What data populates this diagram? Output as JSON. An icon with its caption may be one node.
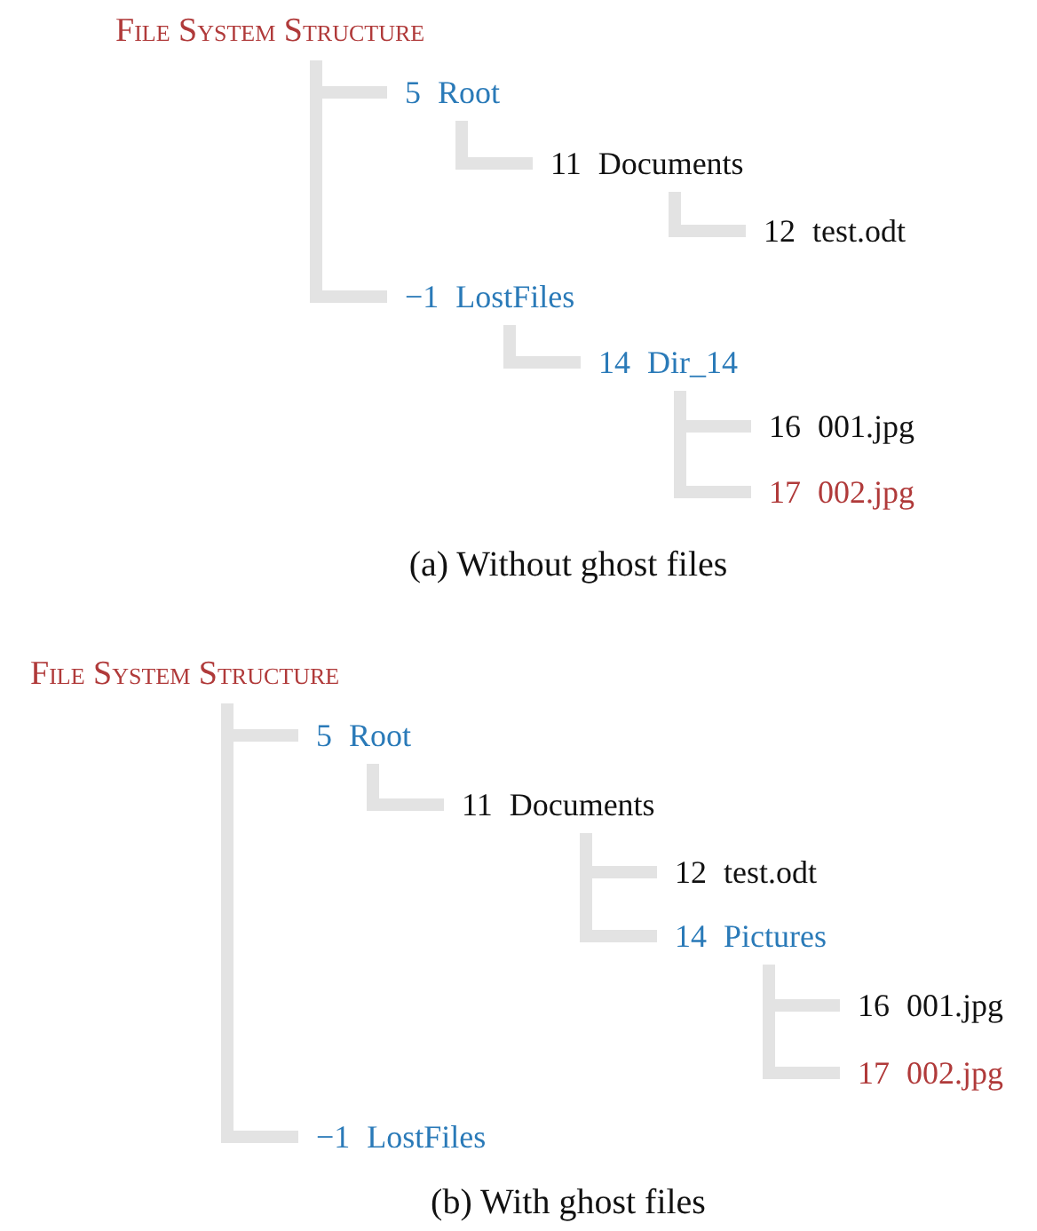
{
  "diagram": {
    "nodes": [
      {
        "text": [
          "File System Structure"
        ]
      },
      {
        "text": [
          "5 Root"
        ]
      },
      {
        "text": [
          "11 Documents"
        ]
      },
      {
        "text": [
          "12 test.odt"
        ]
      },
      {
        "text": [
          "−1 LostFiles"
        ]
      },
      {
        "text": [
          "14 Dir_14"
        ]
      },
      {
        "text": [
          "16 001.jpg"
        ]
      },
      {
        "text": [
          "17 002.jpg"
        ]
      },
      {
        "text": [
          "File System Structure"
        ]
      },
      {
        "text": [
          "5 Root"
        ]
      },
      {
        "text": [
          "11 Documents"
        ]
      },
      {
        "text": [
          "12 test.odt"
        ]
      },
      {
        "text": [
          "14 Pictures"
        ]
      },
      {
        "text": [
          "16 001.jpg"
        ]
      },
      {
        "text": [
          "17 002.jpg"
        ]
      },
      {
        "text": [
          "−1 LostFiles"
        ]
      }
    ],
    "edges": [
      {
        "from": 0,
        "to": 1,
        "arrow": "none"
      },
      {
        "from": 1,
        "to": 2,
        "arrow": "none"
      },
      {
        "from": 2,
        "to": 3,
        "arrow": "none"
      },
      {
        "from": 0,
        "to": 4,
        "arrow": "none"
      },
      {
        "from": 4,
        "to": 5,
        "arrow": "none"
      },
      {
        "from": 5,
        "to": 6,
        "arrow": "none"
      },
      {
        "from": 5,
        "to": 7,
        "arrow": "none"
      },
      {
        "from": 8,
        "to": 9,
        "arrow": "none"
      },
      {
        "from": 9,
        "to": 10,
        "arrow": "none"
      },
      {
        "from": 10,
        "to": 11,
        "arrow": "none"
      },
      {
        "from": 10,
        "to": 12,
        "arrow": "none"
      },
      {
        "from": 12,
        "to": 13,
        "arrow": "none"
      },
      {
        "from": 12,
        "to": 14,
        "arrow": "none"
      },
      {
        "from": 8,
        "to": 15,
        "arrow": "none"
      }
    ],
    "labels": [
      "(a) Without ghost files",
      "(b) With ghost files"
    ]
  }
}
